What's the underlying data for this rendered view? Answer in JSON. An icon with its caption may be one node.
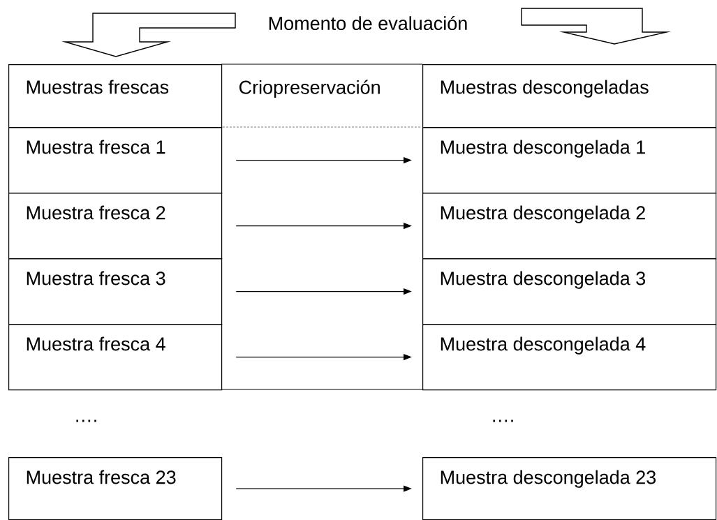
{
  "diagram": {
    "nodes": [
      {
        "text": [
          "Momento de evaluación"
        ]
      },
      {
        "text": [
          "Muestras frescas"
        ]
      },
      {
        "text": [
          "Criopreservación"
        ]
      },
      {
        "text": [
          "Muestras descongeladas"
        ]
      },
      {
        "text": [
          "Muestra fresca 1"
        ]
      },
      {
        "text": [
          "Muestra descongelada 1"
        ]
      },
      {
        "text": [
          "Muestra fresca 2"
        ]
      },
      {
        "text": [
          "Muestra descongelada 2"
        ]
      },
      {
        "text": [
          "Muestra fresca 3"
        ]
      },
      {
        "text": [
          "Muestra descongelada 3"
        ]
      },
      {
        "text": [
          "Muestra fresca 4"
        ]
      },
      {
        "text": [
          "Muestra descongelada 4"
        ]
      },
      {
        "text": [
          "Muestra fresca 23"
        ]
      },
      {
        "text": [
          "Muestra descongelada 23"
        ]
      }
    ],
    "edges": [
      {
        "from": 0,
        "to": 1,
        "arrow": "to",
        "style": "thick"
      },
      {
        "from": 0,
        "to": 3,
        "arrow": "to",
        "style": "thick"
      },
      {
        "from": 4,
        "to": 5,
        "arrow": "to"
      },
      {
        "from": 6,
        "to": 7,
        "arrow": "to"
      },
      {
        "from": 8,
        "to": 9,
        "arrow": "to"
      },
      {
        "from": 10,
        "to": 11,
        "arrow": "to"
      },
      {
        "from": 12,
        "to": 13,
        "arrow": "to"
      }
    ],
    "labels": [
      "….",
      "…."
    ]
  }
}
